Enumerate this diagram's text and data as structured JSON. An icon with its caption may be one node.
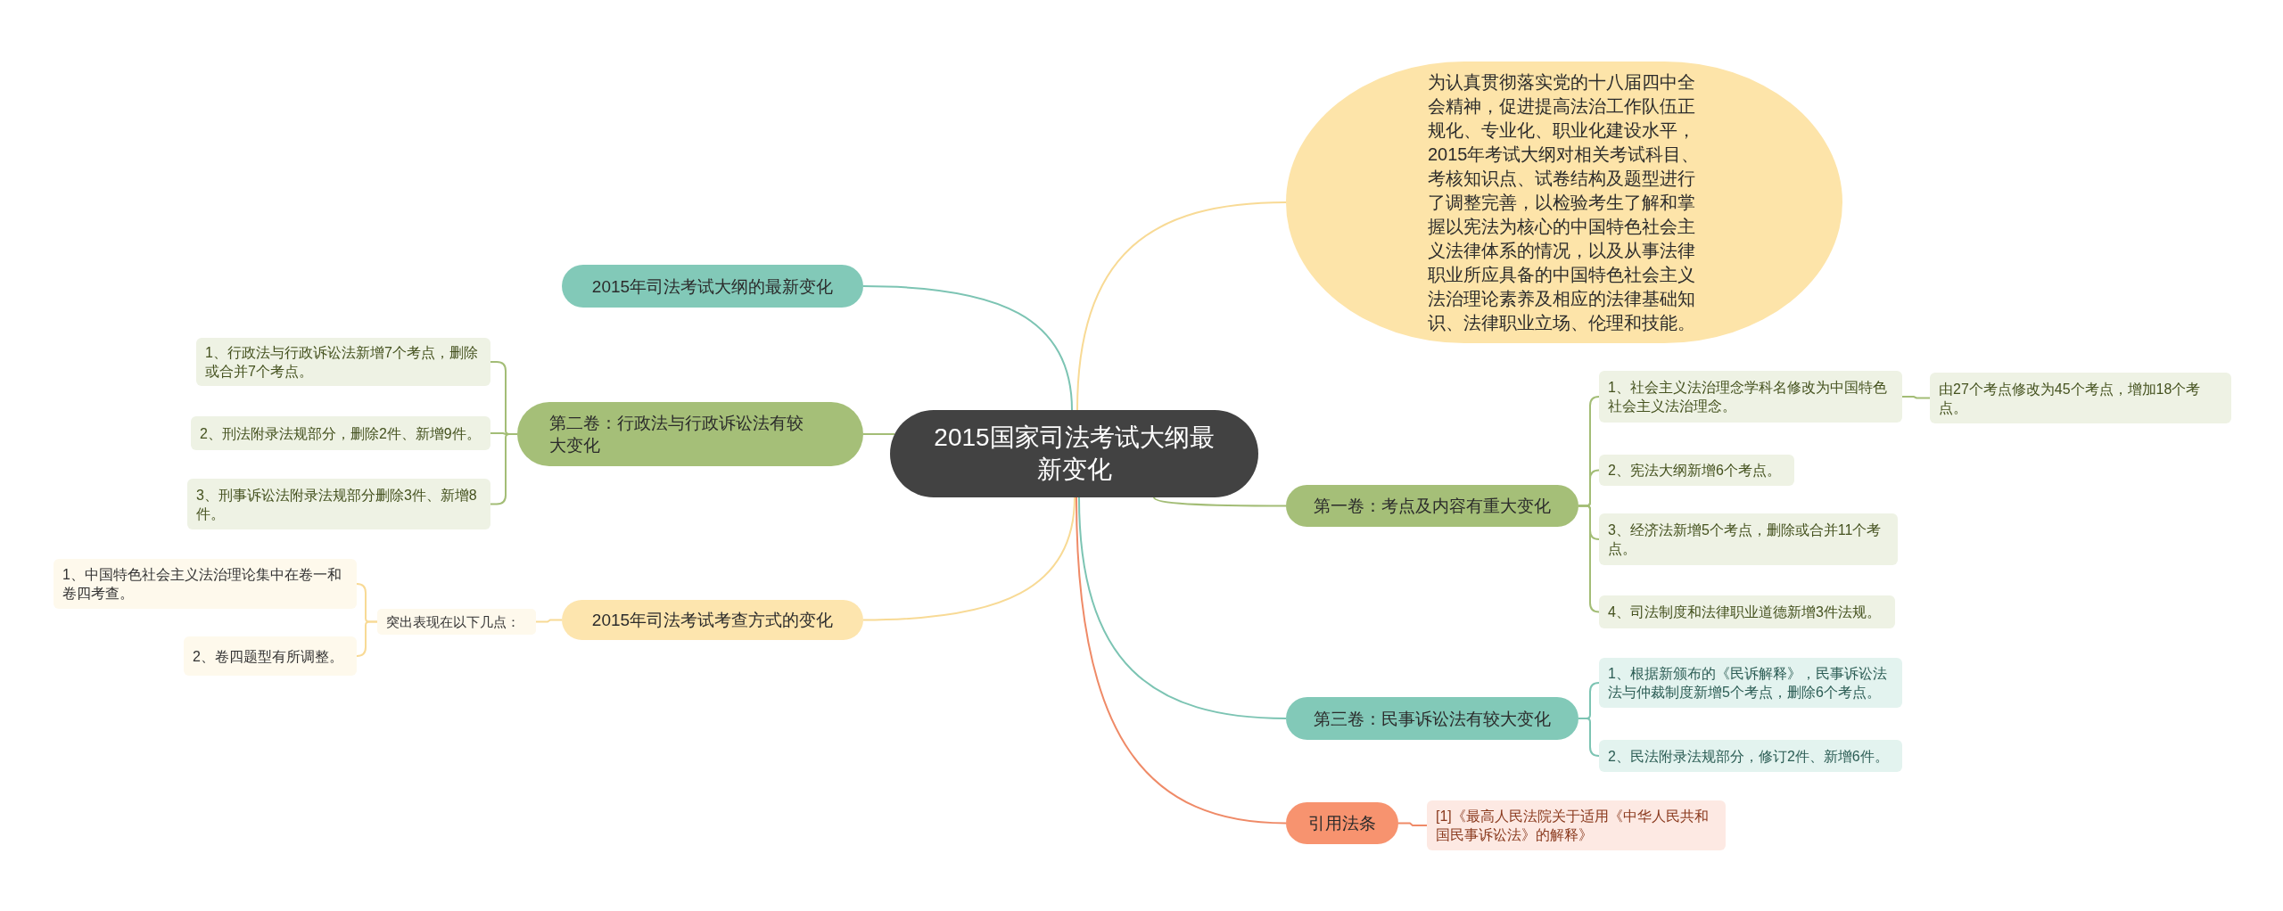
{
  "diagram": {
    "nodes": [
      {
        "text": [
          "2015国家司法考试大纲最新变化"
        ]
      },
      {
        "text": [
          "为认真贯彻落实党的十八届四中全会精神，促进提高法治工作队伍正规化、专业化、职业化建设水平，2015年考试大纲对相关考试科目、考核知识点、试卷结构及题型进行了调整完善，以检验考生了解和掌握以宪法为核心的中国特色社会主义法律体系的情况，以及从事法律职业所应具备的中国特色社会主义法治理论素养及相应的法律基础知识、法律职业立场、伦理和技能。"
        ]
      },
      {
        "text": [
          "2015年司法考试大纲的最新变化"
        ]
      },
      {
        "text": [
          "第二卷：行政法与行政诉讼法有较大变化"
        ]
      },
      {
        "text": [
          "1、行政法与行政诉讼法新增7个考点，删除或合并7个考点。"
        ]
      },
      {
        "text": [
          "2、刑法附录法规部分，删除2件、新增9件。"
        ]
      },
      {
        "text": [
          "3、刑事诉讼法附录法规部分删除3件、新增8件。"
        ]
      },
      {
        "text": [
          "2015年司法考试考查方式的变化"
        ]
      },
      {
        "text": [
          "突出表现在以下几点："
        ]
      },
      {
        "text": [
          "1、中国特色社会主义法治理论集中在卷一和卷四考查。"
        ]
      },
      {
        "text": [
          "2、卷四题型有所调整。"
        ]
      },
      {
        "text": [
          "第一卷：考点及内容有重大变化"
        ]
      },
      {
        "text": [
          "1、社会主义法治理念学科名修改为中国特色社会主义法治理念。"
        ]
      },
      {
        "text": [
          "由27个考点修改为45个考点，增加18个考点。"
        ]
      },
      {
        "text": [
          "2、宪法大纲新增6个考点。"
        ]
      },
      {
        "text": [
          "3、经济法新增5个考点，删除或合并11个考点。"
        ]
      },
      {
        "text": [
          "4、司法制度和法律职业道德新增3件法规。"
        ]
      },
      {
        "text": [
          "第三卷：民事诉讼法有较大变化"
        ]
      },
      {
        "text": [
          "1、根据新颁布的《民诉解释》，民事诉讼法法与仲裁制度新增5个考点，删除6个考点。"
        ]
      },
      {
        "text": [
          "2、民法附录法规部分，修订2件、新增6件。"
        ]
      },
      {
        "text": [
          "引用法条"
        ]
      },
      {
        "text": [
          "[1]《最高人民法院关于适用《中华人民共和国民事诉讼法》的解释》"
        ]
      }
    ],
    "edges": [
      {
        "from": 0,
        "to": 1,
        "arrow": "none",
        "color": "#f8da95"
      },
      {
        "from": 0,
        "to": 2,
        "arrow": "none",
        "color": "#7cc4b3"
      },
      {
        "from": 0,
        "to": 3,
        "arrow": "none"
      },
      {
        "from": 3,
        "to": 4,
        "arrow": "none"
      },
      {
        "from": 3,
        "to": 5,
        "arrow": "none"
      },
      {
        "from": 3,
        "to": 6,
        "arrow": "none"
      },
      {
        "from": 0,
        "to": 7,
        "arrow": "none",
        "color": "#f8da95"
      },
      {
        "from": 7,
        "to": 8,
        "arrow": "none",
        "color": "#f8da95"
      },
      {
        "from": 8,
        "to": 9,
        "arrow": "none",
        "color": "#f8da95"
      },
      {
        "from": 8,
        "to": 10,
        "arrow": "none",
        "color": "#f8da95"
      },
      {
        "from": 0,
        "to": 11,
        "arrow": "none"
      },
      {
        "from": 11,
        "to": 12,
        "arrow": "none"
      },
      {
        "from": 12,
        "to": 13,
        "arrow": "none"
      },
      {
        "from": 11,
        "to": 14,
        "arrow": "none"
      },
      {
        "from": 11,
        "to": 15,
        "arrow": "none"
      },
      {
        "from": 11,
        "to": 16,
        "arrow": "none"
      },
      {
        "from": 0,
        "to": 17,
        "arrow": "none",
        "color": "#7cc4b3"
      },
      {
        "from": 17,
        "to": 18,
        "arrow": "none",
        "color": "#7cc4b3"
      },
      {
        "from": 17,
        "to": 19,
        "arrow": "none",
        "color": "#7cc4b3"
      },
      {
        "from": 0,
        "to": 20,
        "arrow": "none",
        "color": "#ef8a67"
      },
      {
        "from": 20,
        "to": 21,
        "arrow": "none",
        "color": "#ef8a67"
      }
    ]
  }
}
